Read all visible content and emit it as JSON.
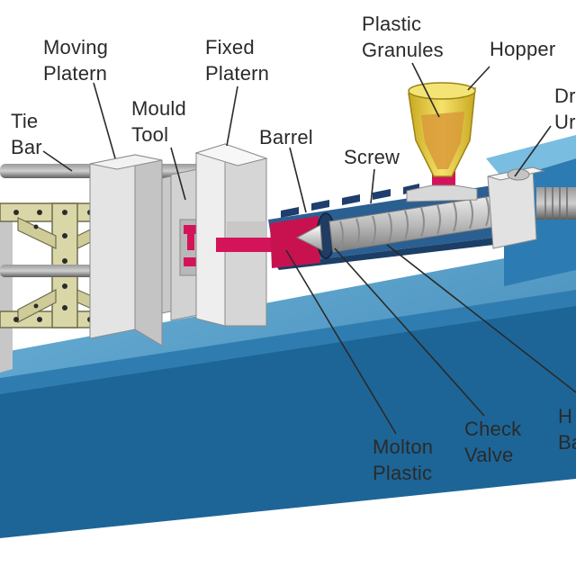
{
  "diagram": {
    "labels": {
      "tie_bar": [
        "Tie",
        "Bar"
      ],
      "moving_platern": [
        "Moving",
        "Platern"
      ],
      "mould_tool": [
        "Mould",
        "Tool"
      ],
      "fixed_platern": [
        "Fixed",
        "Platern"
      ],
      "barrel": "Barrel",
      "screw": "Screw",
      "plastic_granules": [
        "Plastic",
        "Granules"
      ],
      "hopper": "Hopper",
      "drive_unit": [
        "Dr",
        "Ur"
      ],
      "molton_plastic": [
        "Molton",
        "Plastic"
      ],
      "check_valve": [
        "Check",
        "Valve"
      ],
      "heater_bands": [
        "H",
        "Ba"
      ]
    },
    "colors": {
      "base_top": "#5aa0c8",
      "base_front": "#1a5c8c",
      "platen": "#dcdcdc",
      "plastic": "#d4145a",
      "hopper": "#e8d23c",
      "band": "#1f3d6e",
      "toggle": "#d9d7a8",
      "label": "#2a2a2a"
    }
  }
}
